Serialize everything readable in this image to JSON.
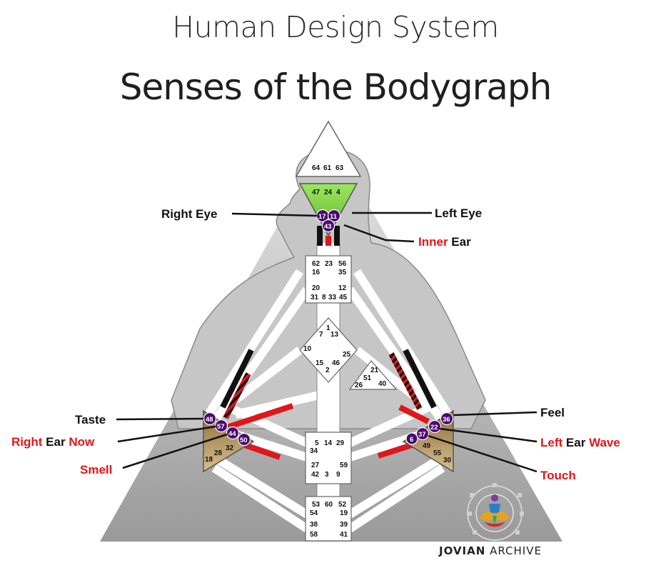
{
  "title": "Human Design System",
  "subtitle": "Senses of the Bodygraph",
  "brand": {
    "strong": "JOVIAN",
    "light": "ARCHIVE"
  },
  "labels": {
    "right_eye": "Right Eye",
    "left_eye": "Left Eye",
    "inner": "Inner",
    "ear": "Ear",
    "taste": "Taste",
    "right": "Right",
    "now": "Now",
    "smell": "Smell",
    "feel": "Feel",
    "left": "Left",
    "wave": "Wave",
    "touch": "Touch"
  },
  "colors": {
    "red": "#e0161b",
    "black": "#111111",
    "purple": "#4b0a6e",
    "green": "#8de04f",
    "tan": "#b8965c"
  },
  "gates": {
    "head": [
      "64",
      "61",
      "63"
    ],
    "ajna": [
      "47",
      "24",
      "4"
    ],
    "ajna_circled": [
      "17",
      "11",
      "43"
    ],
    "throat": [
      "62",
      "23",
      "56",
      "16",
      "35",
      "20",
      "12",
      "31",
      "8",
      "33",
      "45"
    ],
    "g": [
      "1",
      "7",
      "13",
      "10",
      "25",
      "15",
      "46",
      "2"
    ],
    "ego": [
      "21",
      "51",
      "26",
      "40"
    ],
    "spleen_circled": [
      "48",
      "57",
      "44",
      "50"
    ],
    "spleen": [
      "32",
      "28",
      "18"
    ],
    "solar_circled": [
      "36",
      "22",
      "37",
      "6"
    ],
    "solar": [
      "49",
      "55",
      "30"
    ],
    "sacral": [
      "5",
      "14",
      "29",
      "34",
      "27",
      "59",
      "42",
      "3",
      "9"
    ],
    "root": [
      "53",
      "60",
      "52",
      "54",
      "19",
      "38",
      "39",
      "58",
      "41"
    ]
  }
}
